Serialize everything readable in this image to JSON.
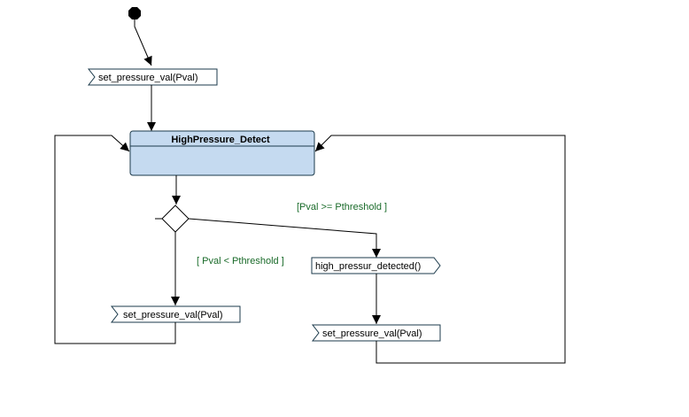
{
  "diagram": {
    "state": {
      "name": "HighPressure_Detect",
      "fill": "#c5daf0",
      "border": "#1b3a4b"
    },
    "signals": {
      "receive_top": "set_pressure_val(Pval)",
      "receive_left": "set_pressure_val(Pval)",
      "receive_right": "set_pressure_val(Pval)",
      "send_detected": "high_pressur_detected()"
    },
    "guards": {
      "high": "[Pval >= Pthreshold ]",
      "low": "[ Pval < Pthreshold ]",
      "color": "#1a6b2a"
    }
  }
}
